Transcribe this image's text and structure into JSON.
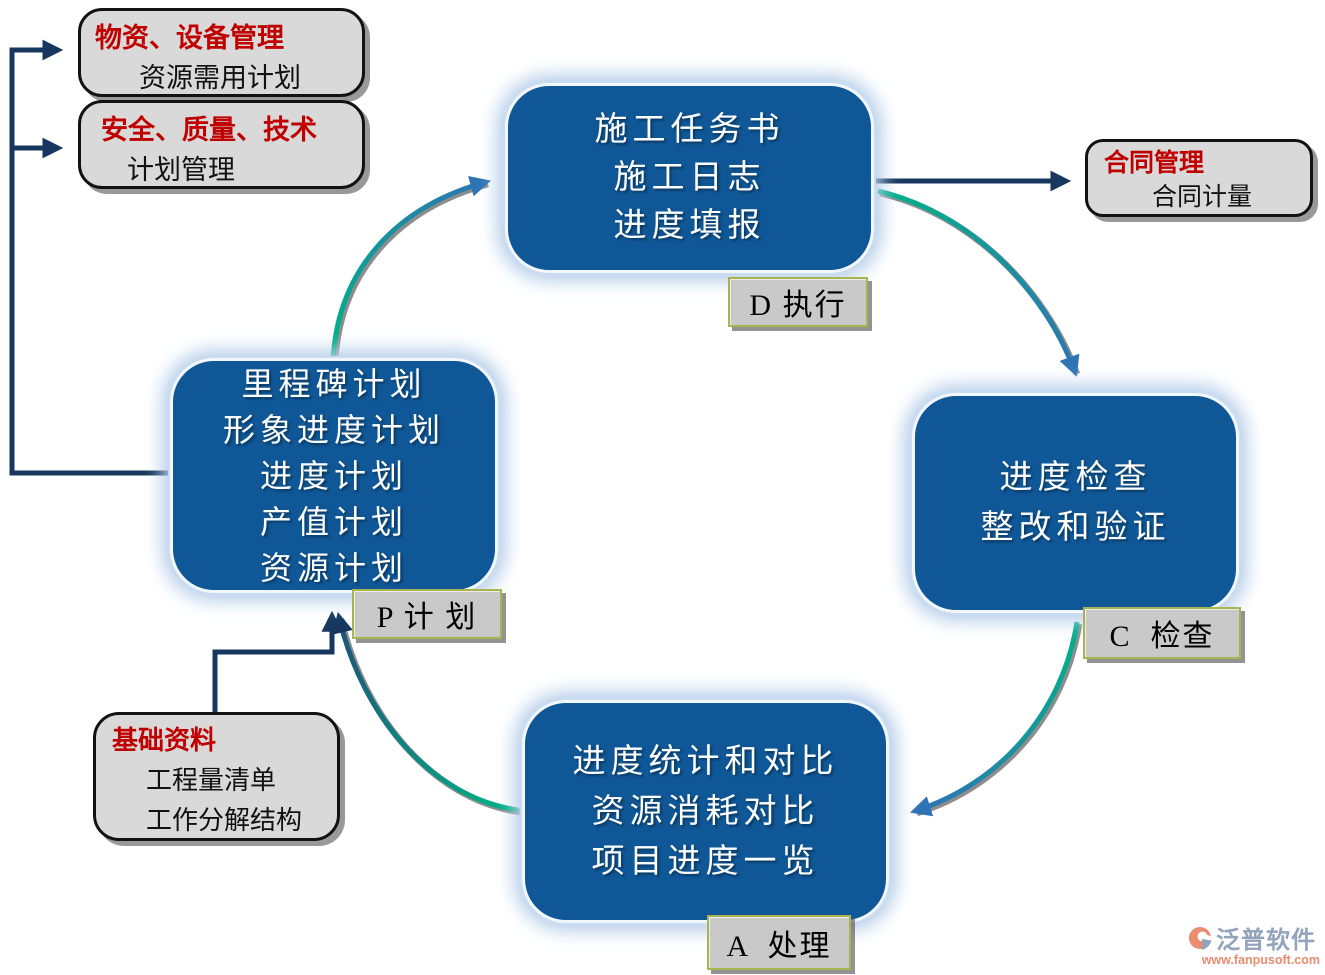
{
  "diagram": {
    "title_hint": "PDCA construction progress management cycle",
    "cycle_nodes": {
      "do": {
        "lines": [
          "施工任务书",
          "施工日志",
          "进度填报"
        ],
        "tag": "D 执行"
      },
      "check": {
        "lines": [
          "进度检查",
          "整改和验证"
        ],
        "tag": "C  检查"
      },
      "act": {
        "lines": [
          "进度统计和对比",
          "资源消耗对比",
          "项目进度一览"
        ],
        "tag": "A  处理"
      },
      "plan": {
        "lines": [
          "里程碑计划",
          "形象进度计划",
          "进度计划",
          "产值计划",
          "资源计划"
        ],
        "tag": "P 计 划"
      }
    },
    "callouts": {
      "material": {
        "title": "物资、设备管理",
        "line2": "资源需用计划"
      },
      "safety": {
        "title": "安全、质量、技术",
        "line2": "计划管理"
      },
      "contract": {
        "title": "合同管理",
        "line2": "合同计量"
      },
      "basic": {
        "title": "基础资料",
        "line2": "工程量清单",
        "line3": "工作分解结构"
      }
    },
    "colors": {
      "node_blue": "#0F5796",
      "node_halo": "#B4CDE9",
      "callout_gray": "#D9D9D9",
      "title_red": "#C00000",
      "arrow_navy": "#17375E",
      "arrow_teal": "#00B287",
      "arrow_blue": "#2E74B5",
      "tag_border_olive": "#A8B44E"
    },
    "logo": {
      "name": "泛普软件",
      "url": "www.fanpusoft.com"
    }
  }
}
